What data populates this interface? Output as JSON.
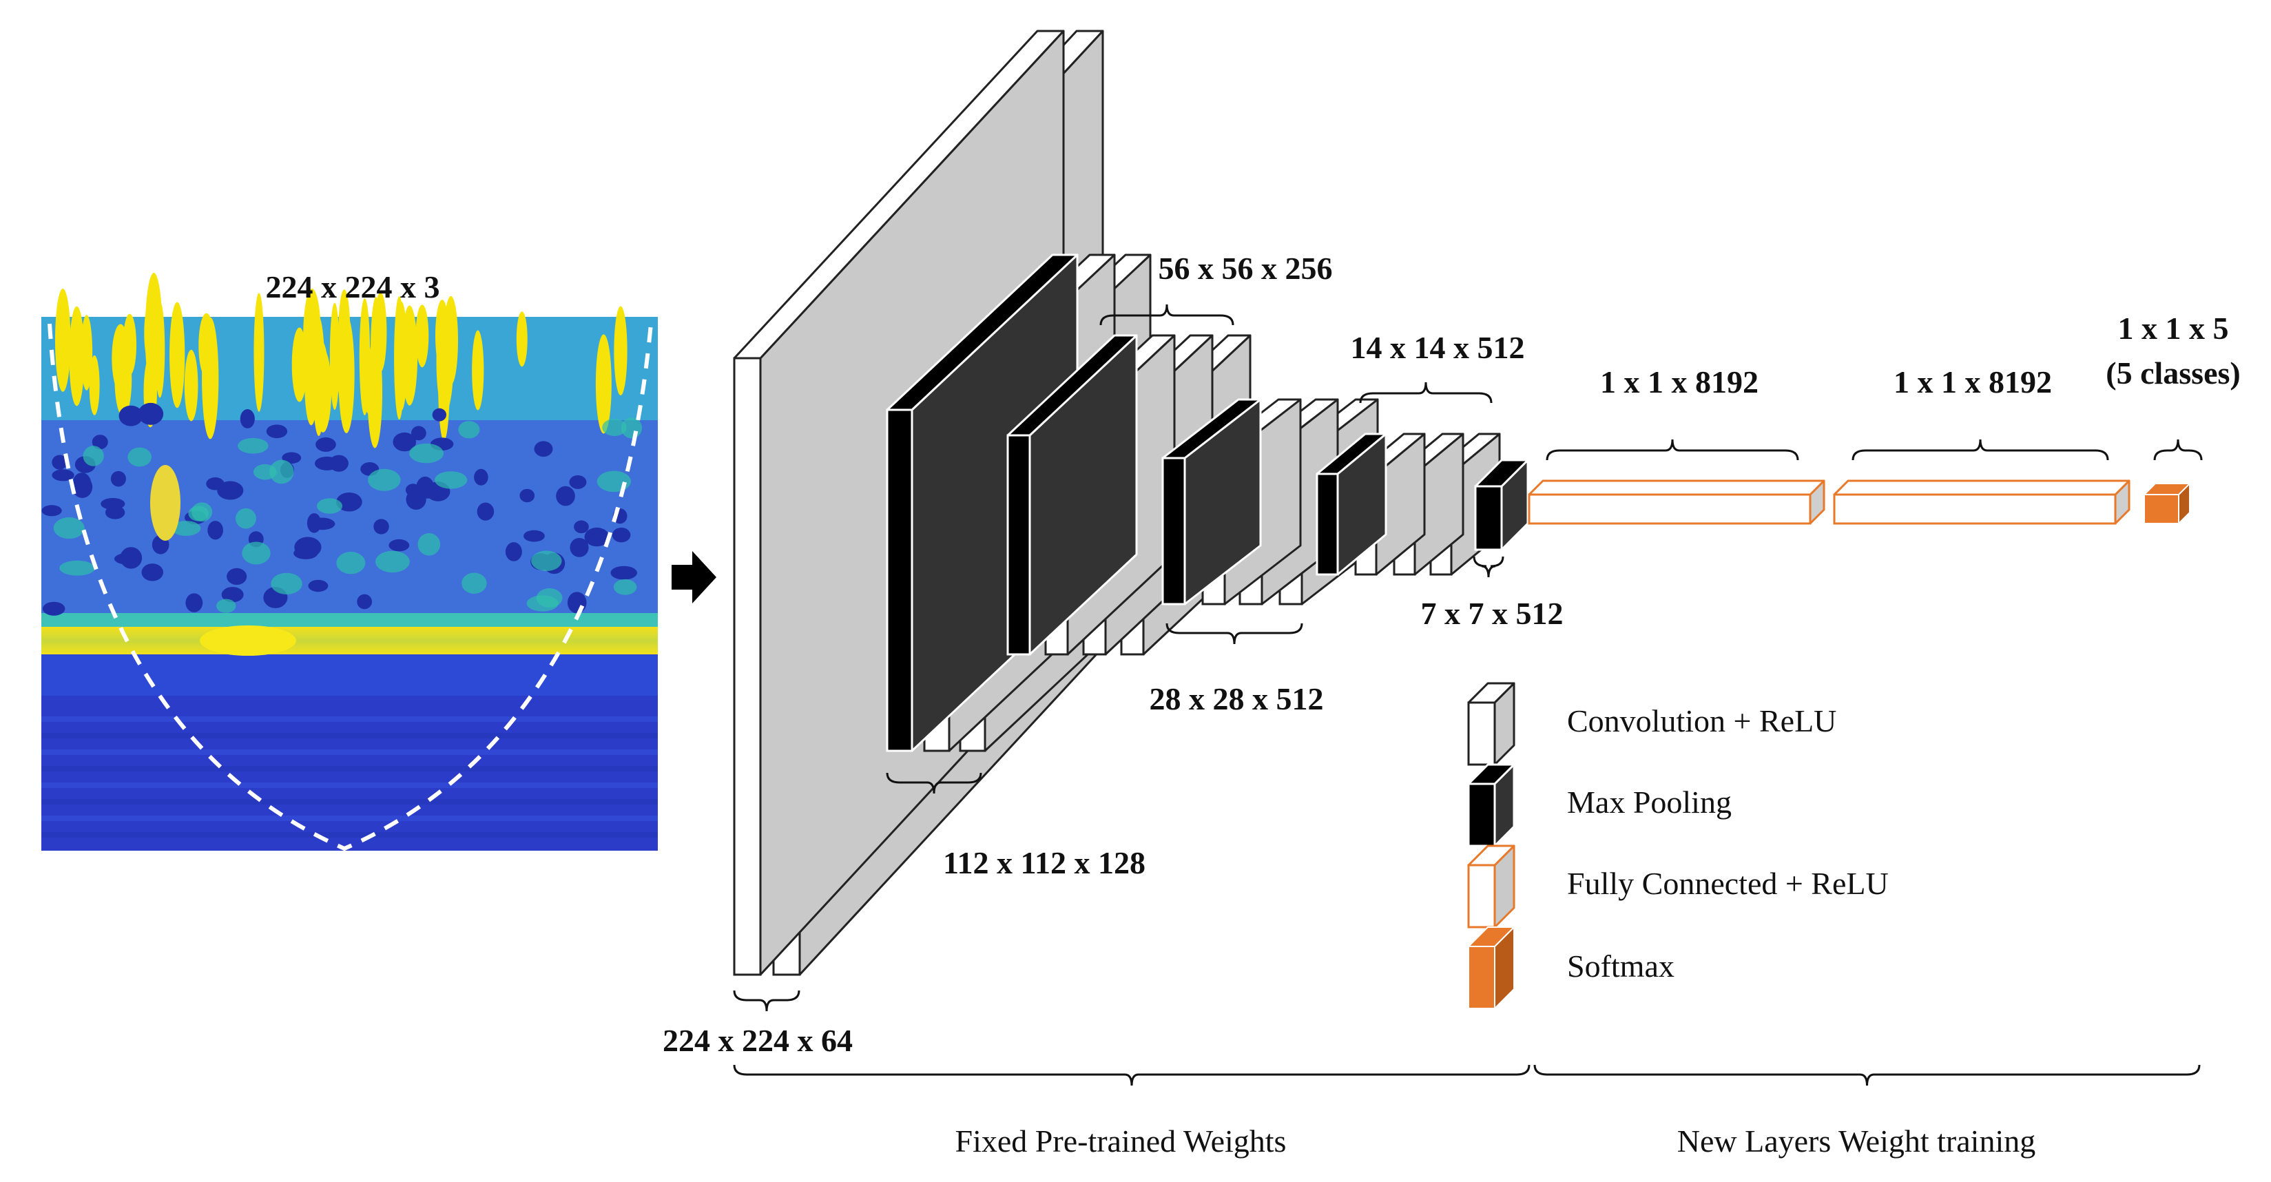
{
  "input": {
    "label": "224 x 224 x 3"
  },
  "blocks": [
    {
      "label": "224 x 224 x 64"
    },
    {
      "label": "112 x 112 x 128"
    },
    {
      "label": "56 x 56 x 256"
    },
    {
      "label": "28 x 28 x 512"
    },
    {
      "label": "14 x 14 x 512"
    },
    {
      "label": "7 x 7 x 512"
    }
  ],
  "fully_connected": [
    {
      "label": "1 x 1 x 8192"
    },
    {
      "label": "1 x 1 x 8192"
    }
  ],
  "output": {
    "label": "1 x 1 x 5",
    "sublabel": "(5 classes)"
  },
  "legend": [
    {
      "label": "Convolution + ReLU",
      "icon": "conv-relu-icon"
    },
    {
      "label": "Max Pooling",
      "icon": "max-pooling-icon"
    },
    {
      "label": "Fully Connected + ReLU",
      "icon": "fc-relu-icon"
    },
    {
      "label": "Softmax",
      "icon": "softmax-icon"
    }
  ],
  "groups": {
    "fixed": "Fixed Pre-trained Weights",
    "new": "New Layers Weight training"
  },
  "colors": {
    "conv_face": "#ffffff",
    "conv_side": "#c8c8c8",
    "pool_face": "#000000",
    "pool_side": "#3a3a3a",
    "fc_border": "#e8782a",
    "softmax": "#e8782a",
    "softmax_dark": "#b85a18",
    "spectrogram_low": "#2a3fd0",
    "spectrogram_mid": "#27b3b0",
    "spectrogram_high": "#f5e30a"
  }
}
